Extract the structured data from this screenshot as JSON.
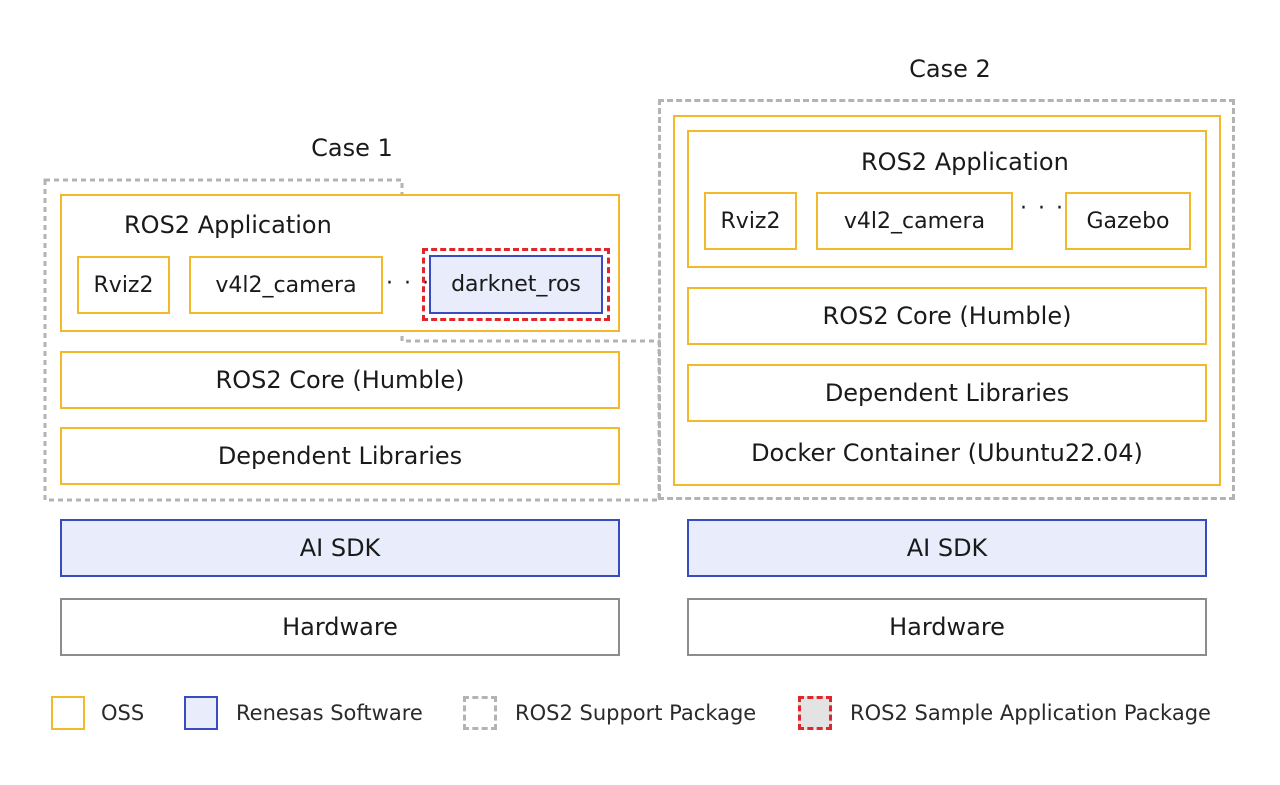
{
  "case1": {
    "title": "Case 1",
    "app_title": "ROS2 Application",
    "packages": [
      "Rviz2",
      "v4l2_camera",
      "darknet_ros"
    ],
    "dots": "· · ·",
    "core": "ROS2 Core (Humble)",
    "libs": "Dependent Libraries",
    "sdk": "AI SDK",
    "hardware": "Hardware"
  },
  "case2": {
    "title": "Case 2",
    "app_title": "ROS2 Application",
    "packages": [
      "Rviz2",
      "v4l2_camera",
      "Gazebo"
    ],
    "dots": "· · ·",
    "core": "ROS2 Core (Humble)",
    "libs": "Dependent Libraries",
    "container": "Docker Container (Ubuntu22.04)",
    "sdk": "AI SDK",
    "hardware": "Hardware"
  },
  "legend": {
    "oss": "OSS",
    "renesas": "Renesas Software",
    "support": "ROS2 Support Package",
    "sample": "ROS2 Sample Application Package"
  },
  "colors": {
    "oss": "#f2b92a",
    "renesas_border": "#3a4bbf",
    "renesas_fill": "#e8ecfb",
    "hardware_border": "#8c8c8c",
    "support_dash": "#b3b3b3",
    "sample_dash": "#e0262a",
    "sample_fill": "#e3e3e3"
  }
}
